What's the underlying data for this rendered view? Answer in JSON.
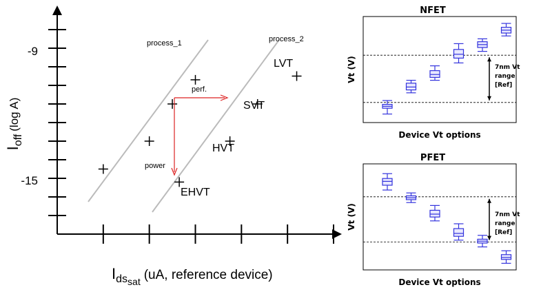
{
  "chart_data": [
    {
      "type": "scatter",
      "ylabel": {
        "main": "I",
        "sub": "off",
        "rest": "(log A)"
      },
      "xlabel": {
        "main": "I",
        "sub": "ds",
        "sub2": "sat",
        "rest": "(uA, reference device)"
      },
      "ytick_labels": [
        "-9",
        "-15"
      ],
      "ylim": [
        -18,
        -6
      ],
      "xlim": [
        0,
        12
      ],
      "series": [
        {
          "name": "process_1",
          "points": [
            [
              2,
              -14.5
            ],
            [
              4,
              -13
            ],
            [
              5,
              -11
            ],
            [
              6,
              -9.7
            ]
          ]
        },
        {
          "name": "process_2",
          "points": [
            [
              5.3,
              -15.2
            ],
            [
              7.5,
              -13
            ],
            [
              8.7,
              -11
            ],
            [
              10.4,
              -9.5
            ]
          ],
          "point_labels": [
            "EHVT",
            "HVT",
            "SVT",
            "LVT"
          ]
        }
      ],
      "annotations": [
        {
          "text": "perf.",
          "color": "#dd2222"
        },
        {
          "text": "power",
          "color": "#dd2222"
        }
      ]
    },
    {
      "type": "box",
      "title": "NFET",
      "xlabel": "Device Vt options",
      "ylabel": "Vt (V)",
      "box_color": "#3333dd",
      "reference_band": [
        "7nm Vt",
        "range",
        "[Ref]"
      ],
      "boxes": [
        {
          "lo": 0.06,
          "q1": 0.12,
          "med": 0.14,
          "q3": 0.16,
          "hi": 0.2
        },
        {
          "lo": 0.28,
          "q1": 0.31,
          "med": 0.34,
          "q3": 0.38,
          "hi": 0.41
        },
        {
          "lo": 0.41,
          "q1": 0.44,
          "med": 0.47,
          "q3": 0.51,
          "hi": 0.56
        },
        {
          "lo": 0.59,
          "q1": 0.64,
          "med": 0.68,
          "q3": 0.73,
          "hi": 0.79
        },
        {
          "lo": 0.71,
          "q1": 0.75,
          "med": 0.78,
          "q3": 0.81,
          "hi": 0.84
        },
        {
          "lo": 0.87,
          "q1": 0.9,
          "med": 0.93,
          "q3": 0.96,
          "hi": 1.0
        }
      ],
      "ref_lines": [
        0.67,
        0.18
      ]
    },
    {
      "type": "box",
      "title": "PFET",
      "xlabel": "Device Vt options",
      "ylabel": "Vt (V)",
      "box_color": "#3333dd",
      "reference_band": [
        "7nm Vt",
        "range",
        "[Ref]"
      ],
      "boxes": [
        {
          "lo": 0.8,
          "q1": 0.85,
          "med": 0.89,
          "q3": 0.92,
          "hi": 0.97
        },
        {
          "lo": 0.67,
          "q1": 0.7,
          "med": 0.72,
          "q3": 0.74,
          "hi": 0.77
        },
        {
          "lo": 0.48,
          "q1": 0.52,
          "med": 0.55,
          "q3": 0.59,
          "hi": 0.64
        },
        {
          "lo": 0.28,
          "q1": 0.32,
          "med": 0.35,
          "q3": 0.4,
          "hi": 0.45
        },
        {
          "lo": 0.21,
          "q1": 0.25,
          "med": 0.27,
          "q3": 0.29,
          "hi": 0.33
        },
        {
          "lo": 0.04,
          "q1": 0.08,
          "med": 0.1,
          "q3": 0.13,
          "hi": 0.17
        }
      ],
      "ref_lines": [
        0.73,
        0.26
      ]
    }
  ]
}
